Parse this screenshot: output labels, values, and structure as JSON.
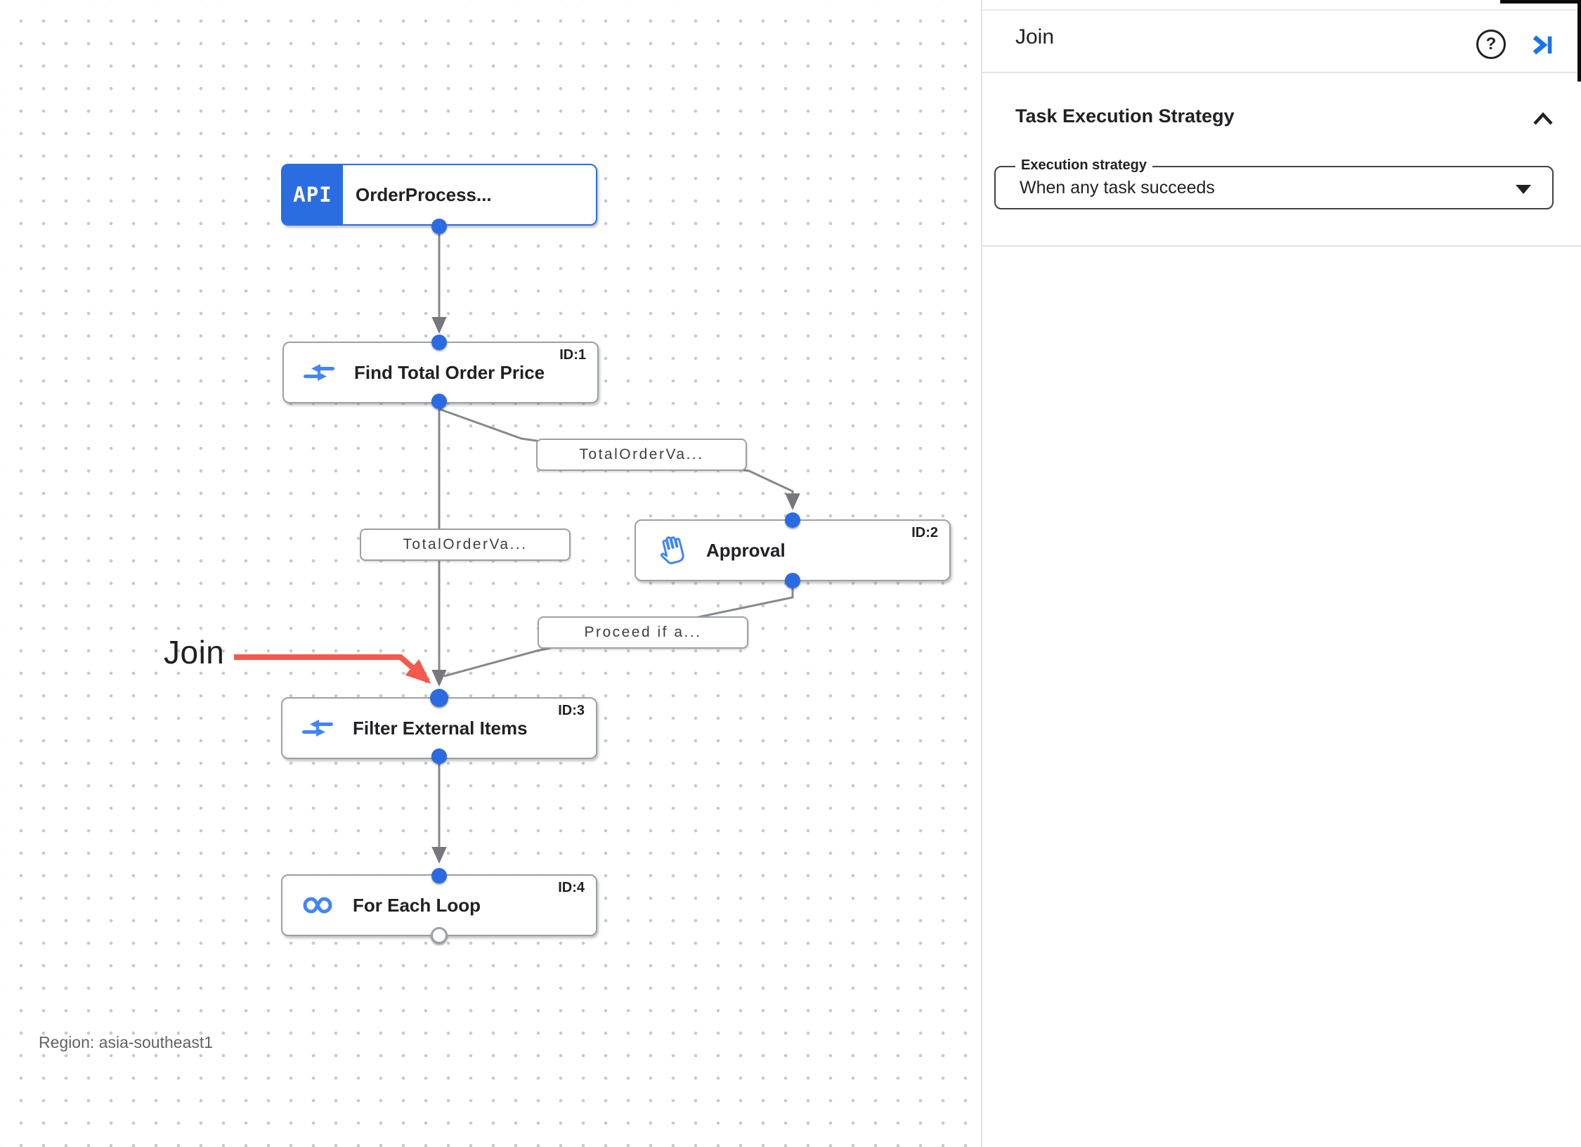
{
  "colors": {
    "accent_blue": "#1a73e8",
    "node_icon_blue": "#4285f4",
    "trigger_blue": "#2b6de0",
    "edge_gray": "#84898e",
    "node_border_gray": "#9aa0a6",
    "annotation_red": "#f4594e"
  },
  "panel": {
    "title": "Join",
    "section": {
      "title": "Task Execution Strategy",
      "execution_strategy": {
        "label": "Execution strategy",
        "value": "When any task succeeds"
      }
    }
  },
  "canvas": {
    "region_label": "Region: asia-southeast1",
    "annotation": "Join",
    "nodes": [
      {
        "title": "OrderProcess...",
        "badge": "API",
        "id": "",
        "icon": "api-badge"
      },
      {
        "title": "Find Total Order Price",
        "id": "ID:1",
        "icon": "data-mapping-icon"
      },
      {
        "title": "Approval",
        "id": "ID:2",
        "icon": "hand-approval-icon"
      },
      {
        "title": "Filter External Items",
        "id": "ID:3",
        "icon": "data-mapping-icon"
      },
      {
        "title": "For Each Loop",
        "id": "ID:4",
        "icon": "loop-icon"
      }
    ],
    "edge_labels": [
      "TotalOrderVa...",
      "TotalOrderVa...",
      "Proceed if a..."
    ]
  }
}
